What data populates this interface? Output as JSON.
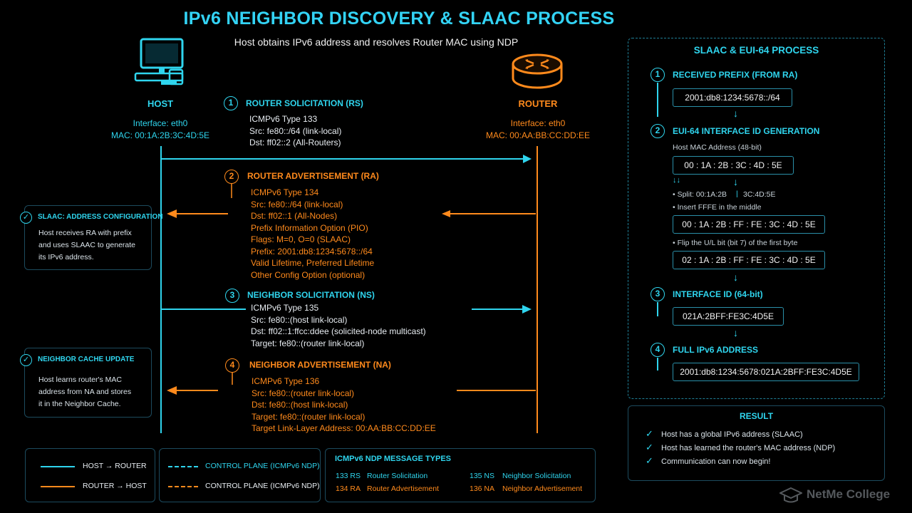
{
  "title": "IPv6 NEIGHBOR DISCOVERY & SLAAC PROCESS",
  "subtitle": "Host obtains IPv6 address and resolves Router MAC using NDP",
  "host": {
    "label": "HOST",
    "interface": "Interface: eth0",
    "mac": "MAC: 00:1A:2B:3C:4D:5E"
  },
  "router": {
    "label": "ROUTER",
    "interface": "Interface: eth0",
    "mac": "MAC: 00:AA:BB:CC:DD:EE"
  },
  "steps": [
    {
      "num": "1",
      "title": "ROUTER SOLICITATION (RS)",
      "lines": [
        "ICMPv6 Type 133",
        "Src: fe80::/64 (link-local)",
        "Dst: ff02::2 (All-Routers)"
      ]
    },
    {
      "num": "2",
      "title": "ROUTER ADVERTISEMENT (RA)",
      "lines": [
        "ICMPv6 Type 134",
        "Src: fe80::/64 (link-local)",
        "Dst: ff02::1 (All-Nodes)",
        "Prefix Information Option (PIO)",
        "Flags: M=0, O=0  (SLAAC)",
        "Prefix: 2001:db8:1234:5678::/64",
        "Valid Lifetime, Preferred Lifetime",
        "Other Config Option (optional)"
      ]
    },
    {
      "num": "3",
      "title": "NEIGHBOR SOLICITATION (NS)",
      "lines": [
        "ICMPv6 Type 135",
        "Src: fe80::(host link-local)",
        "Dst: ff02::1:ffcc:ddee (solicited-node multicast)",
        "Target: fe80::(router link-local)"
      ]
    },
    {
      "num": "4",
      "title": "NEIGHBOR ADVERTISEMENT (NA)",
      "lines": [
        "ICMPv6 Type 136",
        "Src: fe80::(router link-local)",
        "Dst: fe80::(host link-local)",
        "Target: fe80::(router link-local)",
        "Target Link-Layer Address: 00:AA:BB:CC:DD:EE"
      ]
    }
  ],
  "side_boxes": [
    {
      "title": "SLAAC: ADDRESS CONFIGURATION",
      "lines": [
        "Host receives RA with prefix",
        "and uses SLAAC to generate",
        "its IPv6 address."
      ]
    },
    {
      "title": "NEIGHBOR CACHE UPDATE",
      "lines": [
        "Host learns router's MAC",
        "address from NA and stores",
        "it in the Neighbor Cache."
      ]
    }
  ],
  "slaac_panel": {
    "title": "SLAAC & EUI-64 PROCESS",
    "s1": {
      "num": "1",
      "title": "RECEIVED PREFIX (FROM RA)",
      "box": "2001:db8:1234:5678::/64"
    },
    "s2": {
      "num": "2",
      "title": "EUI-64 INTERFACE ID GENERATION",
      "mac_label": "Host MAC Address (48-bit)",
      "mac_box": "00 : 1A : 2B : 3C : 4D : 5E",
      "split_a": "• Split: 00:1A:2B",
      "split_b": "3C:4D:5E",
      "insert_note": "• Insert FFFE in the middle",
      "inserted_box": "00 : 1A : 2B : FF : FE : 3C : 4D : 5E",
      "flip_note": "• Flip the U/L bit (bit 7) of the first byte",
      "flipped_box": "02 : 1A : 2B : FF : FE : 3C : 4D : 5E"
    },
    "s3": {
      "num": "3",
      "title": "INTERFACE ID (64-bit)",
      "box": "021A:2BFF:FE3C:4D5E"
    },
    "s4": {
      "num": "4",
      "title": "FULL IPv6 ADDRESS",
      "box": "2001:db8:1234:5678:021A:2BFF:FE3C:4D5E"
    }
  },
  "result": {
    "title": "RESULT",
    "items": [
      "Host has a global IPv6 address (SLAAC)",
      "Host has learned the router's MAC address (NDP)",
      "Communication can now begin!"
    ]
  },
  "legend": {
    "host_to_router": "HOST → ROUTER",
    "router_to_host": "ROUTER → HOST",
    "control_plane_cyan": "CONTROL PLANE (ICMPv6 NDP)",
    "control_plane_orange": "CONTROL PLANE (ICMPv6 NDP)"
  },
  "message_types": {
    "title": "ICMPv6 NDP MESSAGE TYPES",
    "items": [
      {
        "code": "133 RS",
        "name": "Router Solicitation"
      },
      {
        "code": "134 RA",
        "name": "Router Advertisement"
      },
      {
        "code": "135 NS",
        "name": "Neighbor Solicitation"
      },
      {
        "code": "136 NA",
        "name": "Neighbor Advertisement"
      }
    ]
  },
  "brand": "NetMe College",
  "colors": {
    "cyan": "#2fd5ee",
    "orange": "#ff8a1c",
    "background": "#000000"
  },
  "icons": {
    "host": "monitor-icon",
    "router": "router-icon",
    "check": "check-icon",
    "brand": "graduation-cap-icon"
  }
}
